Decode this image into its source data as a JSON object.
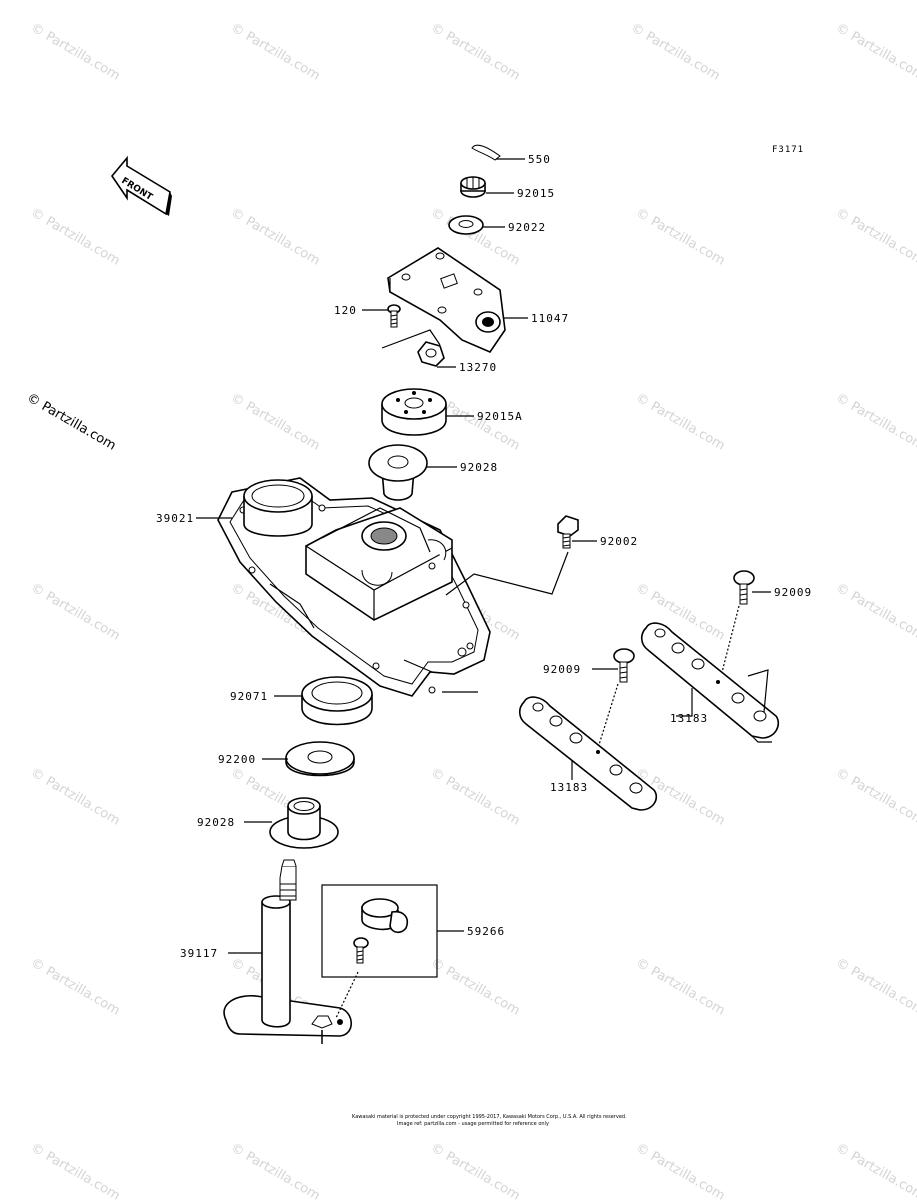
{
  "figure_code": "F3171",
  "front_label": "FRONT",
  "watermark": "© Partzilla.com",
  "copyright_lines": [
    "Kawasaki material is protected under copyright 1995-2017, Kawasaki Motors Corp., U.S.A. All rights reserved.",
    "Image ref: partzilla.com - usage permitted for reference only"
  ],
  "parts": {
    "p550": "550",
    "p92015": "92015",
    "p92022": "92022",
    "p11047": "11047",
    "p120": "120",
    "p13270": "13270",
    "p92015a": "92015A",
    "p92028_top": "92028",
    "p39021": "39021",
    "p92002": "92002",
    "p92009_right": "92009",
    "p92009_left": "92009",
    "p13183_right": "13183",
    "p13183_left": "13183",
    "p92071": "92071",
    "p92200": "92200",
    "p92028_bottom": "92028",
    "p59266": "59266",
    "p39117": "39117"
  },
  "colors": {
    "line": "#000000",
    "watermark": "#d4d4d4",
    "background": "#ffffff"
  }
}
